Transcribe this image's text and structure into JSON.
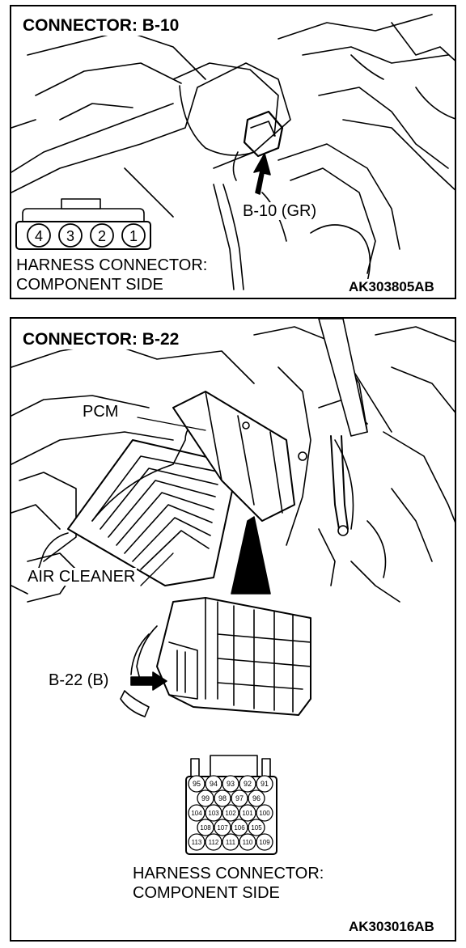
{
  "top_panel": {
    "title": "CONNECTOR: B-10",
    "connector_label": "B-10 (GR)",
    "pins": [
      "4",
      "3",
      "2",
      "1"
    ],
    "harness_line1": "HARNESS CONNECTOR:",
    "harness_line2": "COMPONENT SIDE",
    "code": "AK303805AB"
  },
  "bottom_panel": {
    "title": "CONNECTOR: B-22",
    "pcm_label": "PCM",
    "air_cleaner_label": "AIR CLEANER",
    "connector_label": "B-22 (B)",
    "pin_rows": [
      [
        "95",
        "94",
        "93",
        "92",
        "91"
      ],
      [
        "99",
        "98",
        "97",
        "96"
      ],
      [
        "104",
        "103",
        "102",
        "101",
        "100"
      ],
      [
        "108",
        "107",
        "106",
        "105"
      ],
      [
        "113",
        "112",
        "111",
        "110",
        "109"
      ]
    ],
    "harness_line1": "HARNESS CONNECTOR:",
    "harness_line2": "COMPONENT SIDE",
    "code": "AK303016AB"
  }
}
